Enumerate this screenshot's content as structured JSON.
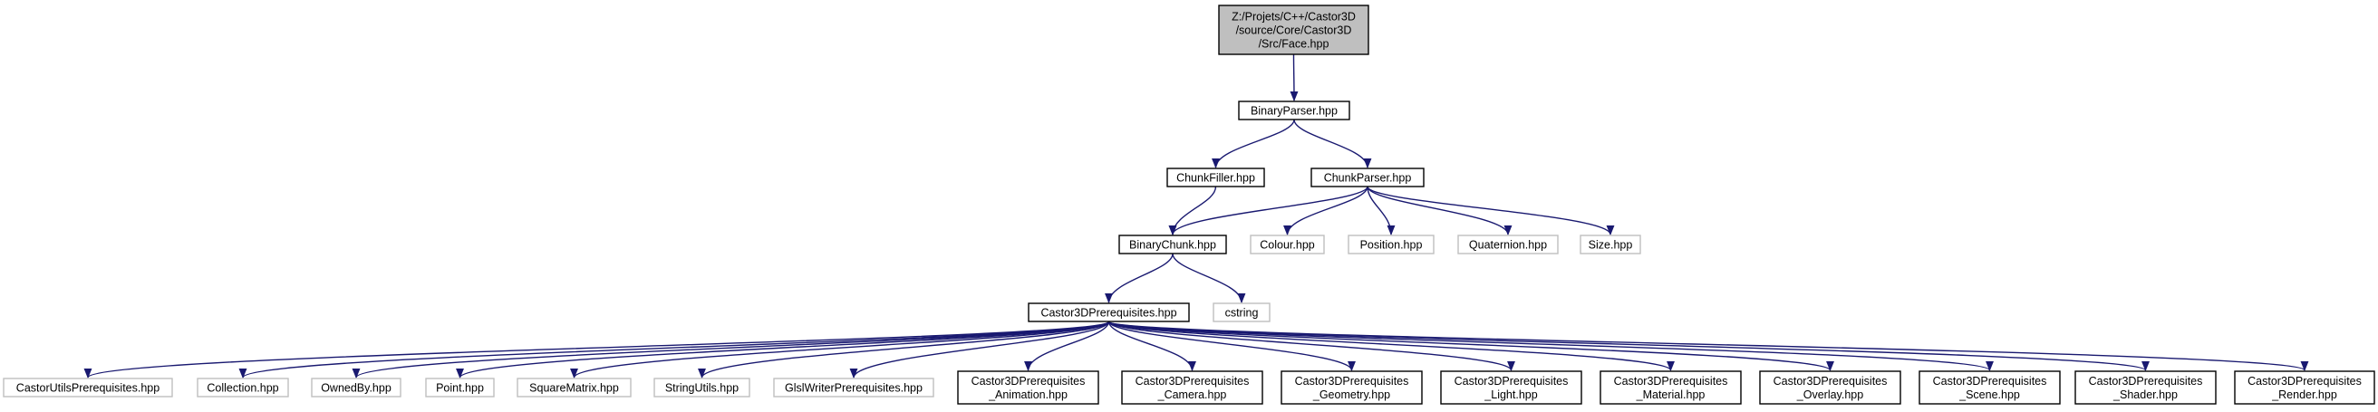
{
  "colors": {
    "root_fill": "#bfbfbf",
    "node_fill": "#ffffff",
    "documented_border": "#000000",
    "external_border": "#bfbfbf",
    "edge": "#191970"
  },
  "nodes": [
    {
      "id": "face",
      "lines": [
        "Z:/Projets/C++/Castor3D",
        "/source/Core/Castor3D",
        "/Src/Face.hpp"
      ],
      "style": "root"
    },
    {
      "id": "binaryparser",
      "lines": [
        "BinaryParser.hpp"
      ],
      "style": "documented"
    },
    {
      "id": "chunkfiller",
      "lines": [
        "ChunkFiller.hpp"
      ],
      "style": "documented"
    },
    {
      "id": "chunkparser",
      "lines": [
        "ChunkParser.hpp"
      ],
      "style": "documented"
    },
    {
      "id": "binarychunk",
      "lines": [
        "BinaryChunk.hpp"
      ],
      "style": "documented"
    },
    {
      "id": "colour",
      "lines": [
        "Colour.hpp"
      ],
      "style": "external"
    },
    {
      "id": "position",
      "lines": [
        "Position.hpp"
      ],
      "style": "external"
    },
    {
      "id": "quaternion",
      "lines": [
        "Quaternion.hpp"
      ],
      "style": "external"
    },
    {
      "id": "size",
      "lines": [
        "Size.hpp"
      ],
      "style": "external"
    },
    {
      "id": "castor3dprereq",
      "lines": [
        "Castor3DPrerequisites.hpp"
      ],
      "style": "documented"
    },
    {
      "id": "cstring",
      "lines": [
        "cstring"
      ],
      "style": "external"
    },
    {
      "id": "castorutils",
      "lines": [
        "CastorUtilsPrerequisites.hpp"
      ],
      "style": "external"
    },
    {
      "id": "collection",
      "lines": [
        "Collection.hpp"
      ],
      "style": "external"
    },
    {
      "id": "ownedby",
      "lines": [
        "OwnedBy.hpp"
      ],
      "style": "external"
    },
    {
      "id": "point",
      "lines": [
        "Point.hpp"
      ],
      "style": "external"
    },
    {
      "id": "squarematrix",
      "lines": [
        "SquareMatrix.hpp"
      ],
      "style": "external"
    },
    {
      "id": "stringutils",
      "lines": [
        "StringUtils.hpp"
      ],
      "style": "external"
    },
    {
      "id": "glslwriter",
      "lines": [
        "GlslWriterPrerequisites.hpp"
      ],
      "style": "external"
    },
    {
      "id": "pre_animation",
      "lines": [
        "Castor3DPrerequisites",
        "_Animation.hpp"
      ],
      "style": "documented"
    },
    {
      "id": "pre_camera",
      "lines": [
        "Castor3DPrerequisites",
        "_Camera.hpp"
      ],
      "style": "documented"
    },
    {
      "id": "pre_geometry",
      "lines": [
        "Castor3DPrerequisites",
        "_Geometry.hpp"
      ],
      "style": "documented"
    },
    {
      "id": "pre_light",
      "lines": [
        "Castor3DPrerequisites",
        "_Light.hpp"
      ],
      "style": "documented"
    },
    {
      "id": "pre_material",
      "lines": [
        "Castor3DPrerequisites",
        "_Material.hpp"
      ],
      "style": "documented"
    },
    {
      "id": "pre_overlay",
      "lines": [
        "Castor3DPrerequisites",
        "_Overlay.hpp"
      ],
      "style": "documented"
    },
    {
      "id": "pre_scene",
      "lines": [
        "Castor3DPrerequisites",
        "_Scene.hpp"
      ],
      "style": "documented"
    },
    {
      "id": "pre_shader",
      "lines": [
        "Castor3DPrerequisites",
        "_Shader.hpp"
      ],
      "style": "documented"
    },
    {
      "id": "pre_render",
      "lines": [
        "Castor3DPrerequisites",
        "_Render.hpp"
      ],
      "style": "documented"
    }
  ],
  "edges": [
    [
      "face",
      "binaryparser"
    ],
    [
      "binaryparser",
      "chunkfiller"
    ],
    [
      "binaryparser",
      "chunkparser"
    ],
    [
      "chunkfiller",
      "binarychunk"
    ],
    [
      "chunkparser",
      "binarychunk"
    ],
    [
      "chunkparser",
      "colour"
    ],
    [
      "chunkparser",
      "position"
    ],
    [
      "chunkparser",
      "quaternion"
    ],
    [
      "chunkparser",
      "size"
    ],
    [
      "binarychunk",
      "castor3dprereq"
    ],
    [
      "binarychunk",
      "cstring"
    ],
    [
      "castor3dprereq",
      "castorutils"
    ],
    [
      "castor3dprereq",
      "collection"
    ],
    [
      "castor3dprereq",
      "ownedby"
    ],
    [
      "castor3dprereq",
      "point"
    ],
    [
      "castor3dprereq",
      "squarematrix"
    ],
    [
      "castor3dprereq",
      "stringutils"
    ],
    [
      "castor3dprereq",
      "glslwriter"
    ],
    [
      "castor3dprereq",
      "pre_animation"
    ],
    [
      "castor3dprereq",
      "pre_camera"
    ],
    [
      "castor3dprereq",
      "pre_geometry"
    ],
    [
      "castor3dprereq",
      "pre_light"
    ],
    [
      "castor3dprereq",
      "pre_material"
    ],
    [
      "castor3dprereq",
      "pre_overlay"
    ],
    [
      "castor3dprereq",
      "pre_scene"
    ],
    [
      "castor3dprereq",
      "pre_shader"
    ],
    [
      "castor3dprereq",
      "pre_render"
    ]
  ]
}
